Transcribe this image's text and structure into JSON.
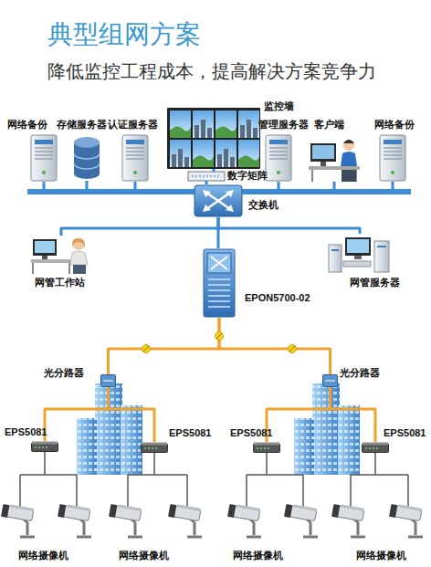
{
  "diagram": {
    "title": "典型组网方案",
    "nodes": [
      {
        "text": [
          "网络备份"
        ]
      },
      {
        "text": [
          "存储服务器"
        ]
      },
      {
        "text": [
          "认证服务器"
        ]
      },
      {
        "text": [
          "监控墙"
        ]
      },
      {
        "text": [
          "数字矩阵"
        ]
      },
      {
        "text": [
          "管理服务器"
        ]
      },
      {
        "text": [
          "客户端"
        ]
      },
      {
        "text": [
          "网络备份"
        ]
      },
      {
        "text": [
          "交换机"
        ]
      },
      {
        "text": [
          "网管工作站"
        ]
      },
      {
        "text": [
          "网管服务器"
        ]
      },
      {
        "text": [
          "EPON5700-02"
        ]
      },
      {
        "text": [
          "光分路器"
        ]
      },
      {
        "text": [
          "光分路器"
        ]
      },
      {
        "text": [
          "EPS5081"
        ]
      },
      {
        "text": [
          "EPS5081"
        ]
      },
      {
        "text": [
          "EPS5081"
        ]
      },
      {
        "text": [
          "EPS5081"
        ]
      },
      {
        "text": [
          "网络摄像机"
        ]
      },
      {
        "text": [
          "网络摄像机"
        ]
      },
      {
        "text": [
          "网络摄像机"
        ]
      },
      {
        "text": [
          "网络摄像机"
        ]
      }
    ],
    "edges": [
      {
        "from": 0,
        "to": 8,
        "arrow": "none"
      },
      {
        "from": 1,
        "to": 8,
        "arrow": "none"
      },
      {
        "from": 2,
        "to": 8,
        "arrow": "none"
      },
      {
        "from": 3,
        "to": 4,
        "arrow": "none"
      },
      {
        "from": 4,
        "to": 8,
        "arrow": "none"
      },
      {
        "from": 5,
        "to": 8,
        "arrow": "none"
      },
      {
        "from": 6,
        "to": 8,
        "arrow": "none"
      },
      {
        "from": 7,
        "to": 8,
        "arrow": "none"
      },
      {
        "from": 8,
        "to": 9,
        "arrow": "none"
      },
      {
        "from": 8,
        "to": 10,
        "arrow": "none"
      },
      {
        "from": 8,
        "to": 11,
        "arrow": "none"
      },
      {
        "from": 11,
        "to": 12,
        "arrow": "none"
      },
      {
        "from": 11,
        "to": 13,
        "arrow": "none"
      },
      {
        "from": 12,
        "to": 14,
        "arrow": "none"
      },
      {
        "from": 12,
        "to": 15,
        "arrow": "none"
      },
      {
        "from": 13,
        "to": 16,
        "arrow": "none"
      },
      {
        "from": 13,
        "to": 17,
        "arrow": "none"
      },
      {
        "from": 14,
        "to": 18,
        "arrow": "none"
      },
      {
        "from": 15,
        "to": 19,
        "arrow": "none"
      },
      {
        "from": 16,
        "to": 20,
        "arrow": "none"
      },
      {
        "from": 17,
        "to": 21,
        "arrow": "none"
      }
    ],
    "labels": [
      "降低监控工程成本，提高解决方案竞争力"
    ]
  }
}
